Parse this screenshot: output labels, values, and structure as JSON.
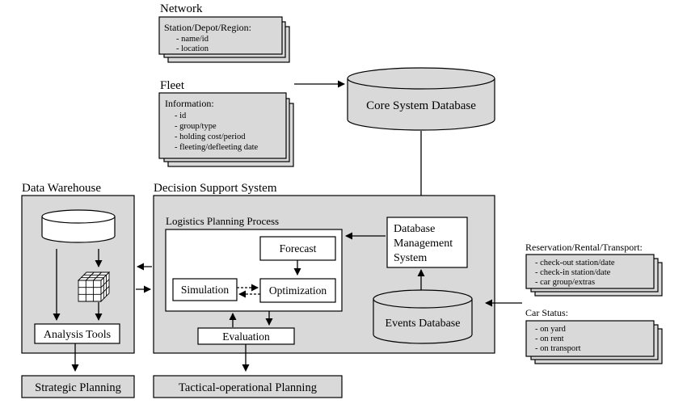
{
  "network": {
    "title": "Network",
    "heading": "Station/Depot/Region:",
    "items": [
      "- name/id",
      "- location"
    ]
  },
  "fleet": {
    "title": "Fleet",
    "heading": "Information:",
    "items": [
      "- id",
      "- group/type",
      "- holding cost/period",
      "- fleeting/defleeting date"
    ]
  },
  "core_db": {
    "label": "Core System Database"
  },
  "data_warehouse": {
    "title": "Data Warehouse",
    "analysis_tools": "Analysis Tools"
  },
  "dss": {
    "title": "Decision Support System",
    "lpp_title": "Logistics Planning Process",
    "forecast": "Forecast",
    "simulation": "Simulation",
    "optimization": "Optimization",
    "evaluation": "Evaluation",
    "dbms_lines": [
      "Database",
      "Management",
      "System"
    ],
    "events_db": "Events Database"
  },
  "reservation": {
    "title": "Reservation/Rental/Transport:",
    "items": [
      "- check-out station/date",
      "- check-in station/date",
      "- car group/extras"
    ]
  },
  "car_status": {
    "title": "Car Status:",
    "items": [
      "- on yard",
      "- on rent",
      "- on transport"
    ]
  },
  "outputs": {
    "strategic": "Strategic Planning",
    "tactical": "Tactical-operational Planning"
  }
}
